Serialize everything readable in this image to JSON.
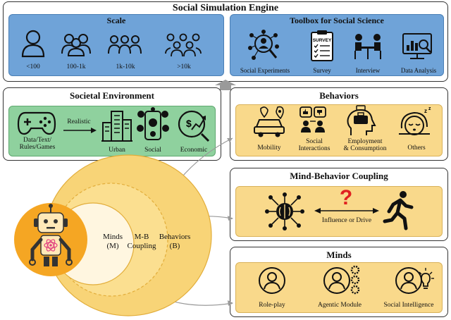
{
  "engine": {
    "title": "Social Simulation Engine",
    "scale": {
      "title": "Scale",
      "items": [
        "<100",
        "100-1k",
        "1k-10k",
        ">10k"
      ]
    },
    "toolbox": {
      "title": "Toolbox for Social Science",
      "items": [
        "Social Experiments",
        "Survey",
        "Interview",
        "Data Analysis"
      ],
      "survey_word": "SURVEY"
    }
  },
  "environment": {
    "title": "Societal Environment",
    "source": "Data/Text/\nRules/Games",
    "arrow_label": "Realistic",
    "items": [
      "Urban",
      "Social",
      "Economic"
    ]
  },
  "behaviors": {
    "title": "Behaviors",
    "items": [
      "Mobility",
      "Social\nInteractions",
      "Employment\n& Consumption",
      "Others"
    ]
  },
  "coupling": {
    "title": "Mind-Behavior Coupling",
    "question_mark": "?",
    "arrow_label": "Influence or Drive"
  },
  "minds": {
    "title": "Minds",
    "items": [
      "Role-play",
      "Agentic Module",
      "Social Intelligence"
    ]
  },
  "circles": {
    "minds": "Minds\n(M)",
    "coupling": "M-B\nCoupling",
    "behaviors": "Behaviors\n(B)"
  },
  "colors": {
    "blue_panel": "#6fa3d8",
    "green_panel": "#8fd19e",
    "yellow_panel": "#f9d98b",
    "robot_orange": "#f5a623",
    "question_red": "#e02020"
  }
}
